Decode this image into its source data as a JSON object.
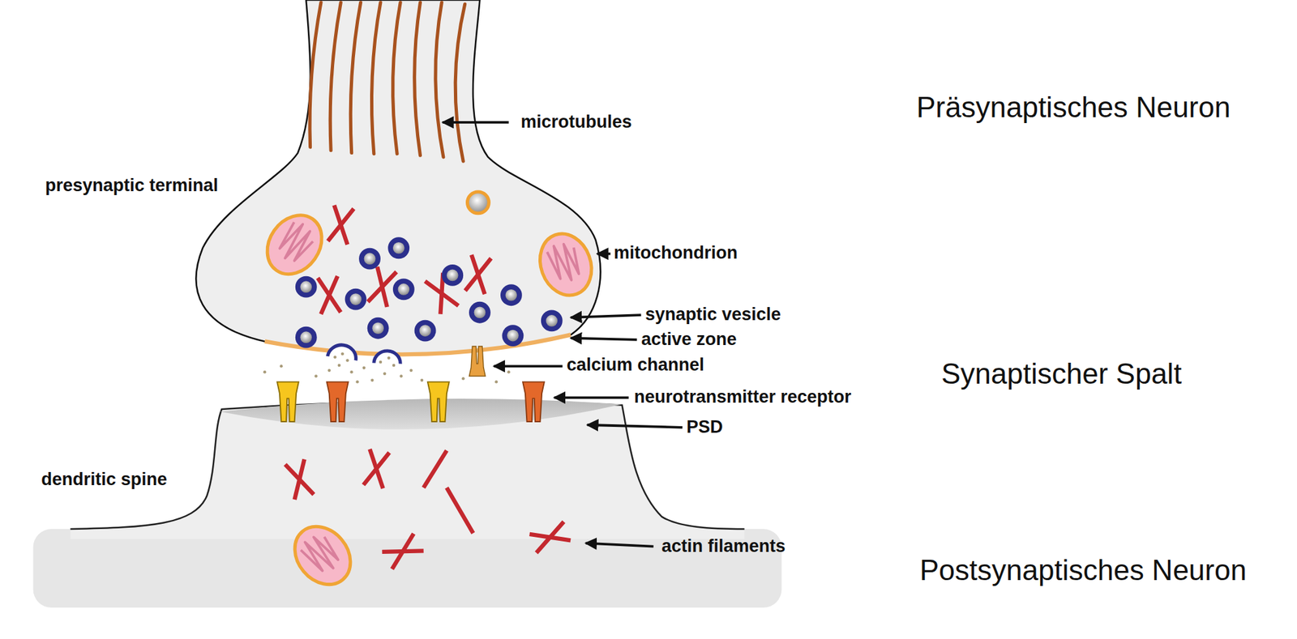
{
  "diagram": {
    "labels": [
      "microtubules",
      "presynaptic terminal",
      "mitochondrion",
      "synaptic vesicle",
      "active zone",
      "calcium channel",
      "neurotransmitter receptor",
      "PSD",
      "dendritic spine",
      "actin filaments",
      "Präsynaptisches Neuron",
      "Synaptischer Spalt",
      "Postsynaptisches Neuron"
    ]
  }
}
